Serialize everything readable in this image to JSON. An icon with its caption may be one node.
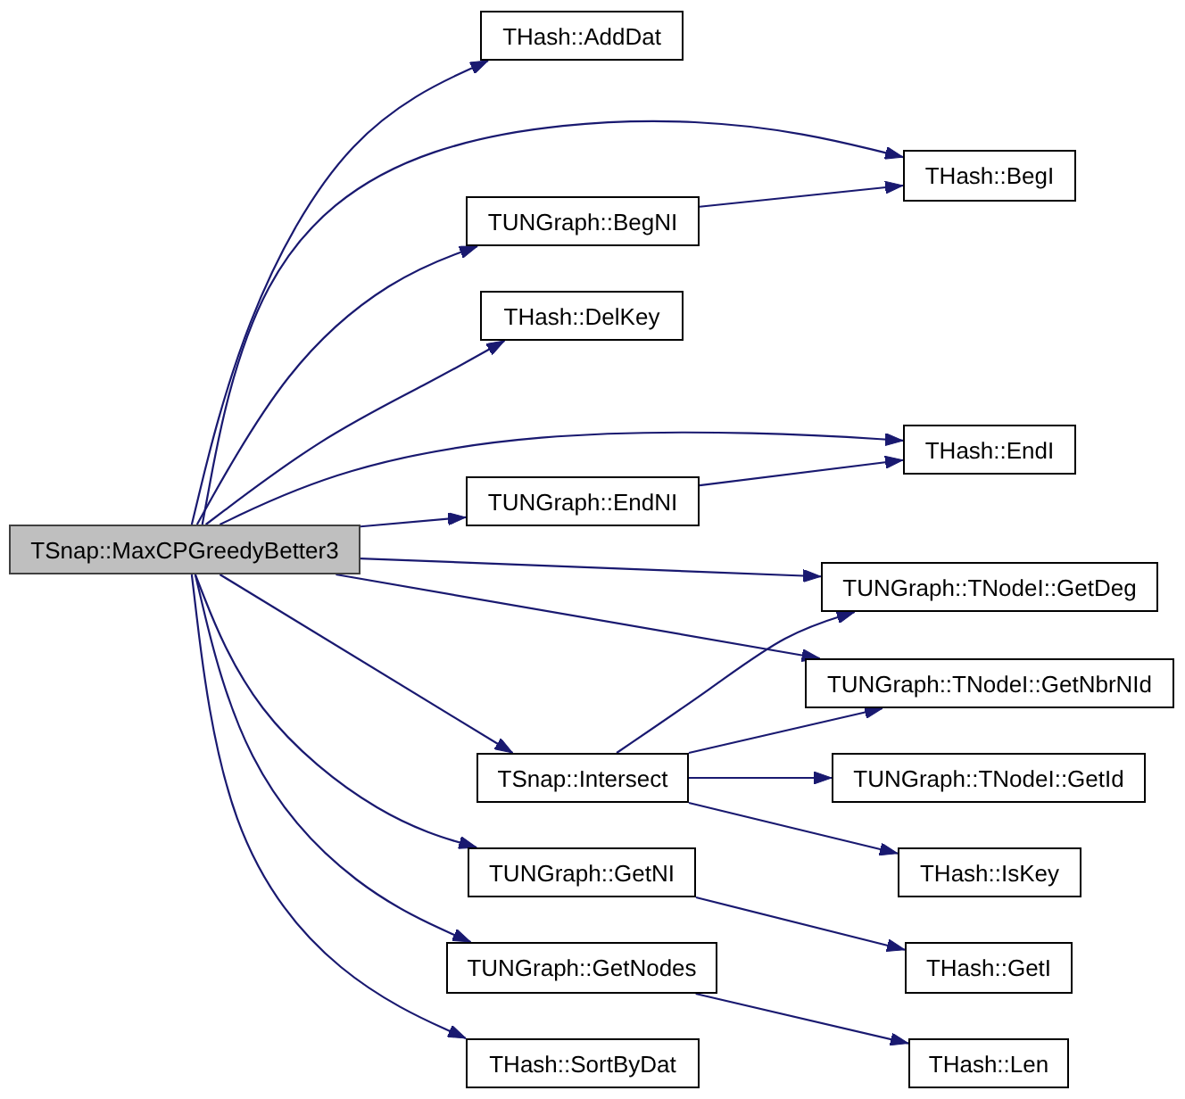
{
  "diagram": {
    "nodes": [
      {
        "text": [
          "TSnap::MaxCPGreedyBetter3"
        ]
      },
      {
        "text": [
          "THash::AddDat"
        ]
      },
      {
        "text": [
          "THash::BegI"
        ]
      },
      {
        "text": [
          "TUNGraph::BegNI"
        ]
      },
      {
        "text": [
          "THash::DelKey"
        ]
      },
      {
        "text": [
          "THash::EndI"
        ]
      },
      {
        "text": [
          "TUNGraph::EndNI"
        ]
      },
      {
        "text": [
          "TUNGraph::TNodeI::GetDeg"
        ]
      },
      {
        "text": [
          "TUNGraph::TNodeI::GetNbrNId"
        ]
      },
      {
        "text": [
          "TSnap::Intersect"
        ]
      },
      {
        "text": [
          "TUNGraph::TNodeI::GetId"
        ]
      },
      {
        "text": [
          "THash::IsKey"
        ]
      },
      {
        "text": [
          "TUNGraph::GetNI"
        ]
      },
      {
        "text": [
          "THash::GetI"
        ]
      },
      {
        "text": [
          "TUNGraph::GetNodes"
        ]
      },
      {
        "text": [
          "THash::Len"
        ]
      },
      {
        "text": [
          "THash::SortByDat"
        ]
      }
    ],
    "edges": [
      {
        "from": 0,
        "to": 1,
        "arrow": "to"
      },
      {
        "from": 0,
        "to": 2,
        "arrow": "to"
      },
      {
        "from": 0,
        "to": 3,
        "arrow": "to"
      },
      {
        "from": 3,
        "to": 2,
        "arrow": "to"
      },
      {
        "from": 0,
        "to": 4,
        "arrow": "to"
      },
      {
        "from": 0,
        "to": 5,
        "arrow": "to"
      },
      {
        "from": 0,
        "to": 6,
        "arrow": "to"
      },
      {
        "from": 6,
        "to": 5,
        "arrow": "to"
      },
      {
        "from": 0,
        "to": 7,
        "arrow": "to"
      },
      {
        "from": 0,
        "to": 8,
        "arrow": "to"
      },
      {
        "from": 0,
        "to": 9,
        "arrow": "to"
      },
      {
        "from": 9,
        "to": 7,
        "arrow": "to"
      },
      {
        "from": 9,
        "to": 8,
        "arrow": "to"
      },
      {
        "from": 9,
        "to": 10,
        "arrow": "to"
      },
      {
        "from": 9,
        "to": 11,
        "arrow": "to"
      },
      {
        "from": 0,
        "to": 12,
        "arrow": "to"
      },
      {
        "from": 12,
        "to": 13,
        "arrow": "to"
      },
      {
        "from": 0,
        "to": 14,
        "arrow": "to"
      },
      {
        "from": 14,
        "to": 15,
        "arrow": "to"
      },
      {
        "from": 0,
        "to": 16,
        "arrow": "to"
      }
    ]
  }
}
